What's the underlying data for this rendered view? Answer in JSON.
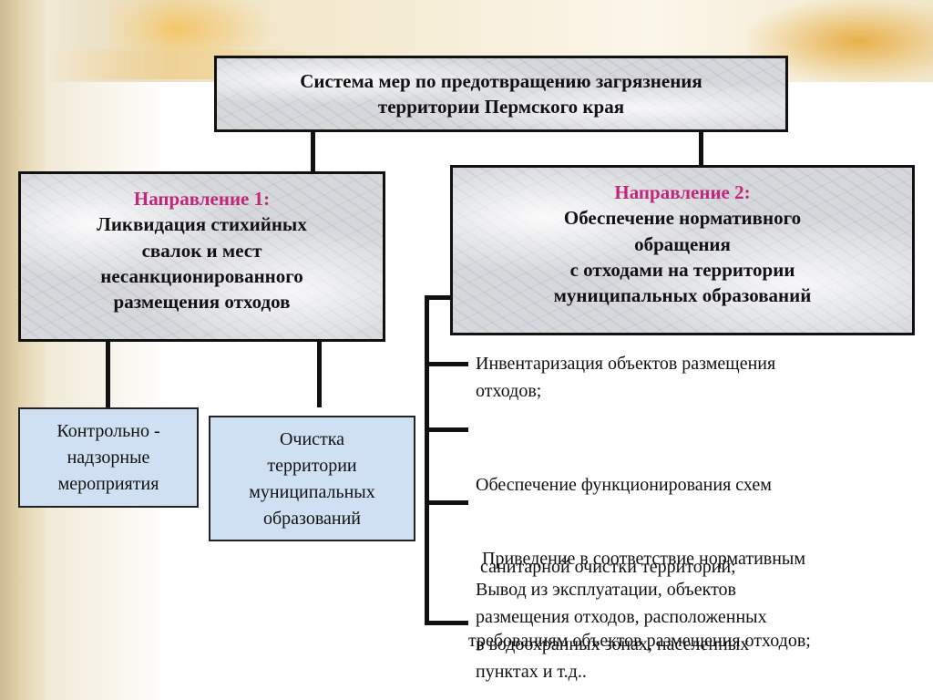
{
  "title": {
    "line1": "Система мер по предотвращению загрязнения",
    "line2": "территории Пермского края"
  },
  "direction1": {
    "heading": "Направление 1:",
    "lines": [
      "Ликвидация стихийных",
      "свалок и мест",
      "несанкционированного",
      "размещения отходов"
    ]
  },
  "direction2": {
    "heading": "Направление 2:",
    "lines": [
      "Обеспечение нормативного",
      "обращения",
      "с отходами на территории",
      "муниципальных образований"
    ]
  },
  "sub_boxes": {
    "control": [
      "Контрольно -",
      "надзорные",
      "мероприятия"
    ],
    "cleaning": [
      "Очистка",
      "территории",
      "муниципальных",
      "образований"
    ]
  },
  "measures": [
    [
      "Инвентаризация объектов размещения",
      "отходов;"
    ],
    [
      "Обеспечение функционирования схем",
      " санитарной очистки территорий;"
    ],
    [
      "   Приведение в соответствие нормативным",
      "требованиям объектов размещения отходов;"
    ],
    [
      "Вывод из эксплуатации, объектов",
      "размещения отходов, расположенных",
      "в водоохранных зонах, населенных",
      "пунктах и т.д.."
    ]
  ],
  "colors": {
    "heading_accent": "#c0267a",
    "sub_box_fill": "#cfe0f3",
    "box_border": "#111111"
  }
}
